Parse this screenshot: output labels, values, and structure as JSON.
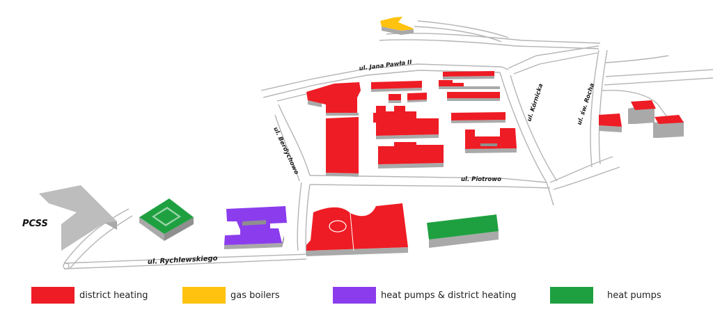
{
  "colors": {
    "district_heating": "#ee1c24",
    "gas_boilers": "#ffc20e",
    "heat_pumps_district_heating": "#8b3ded",
    "heat_pumps": "#1fa040",
    "other": "#bdbdbd"
  },
  "streets": {
    "jana_pawla": "ul. Jana Pawła II",
    "piotrowo": "ul. Piotrowo",
    "rychlewskiego": "ul. Rychlewskiego",
    "berdychowo": "ul. Berdychowo",
    "kornika": "ul. Kórnicka",
    "sw_rocha": "ul. św. Rocha"
  },
  "labels": {
    "pcss": "PCSS"
  },
  "legend": [
    {
      "key": "district_heating",
      "label": "district heating",
      "color": "#ee1c24"
    },
    {
      "key": "gas_boilers",
      "label": "gas boilers",
      "color": "#ffc20e"
    },
    {
      "key": "heat_pumps_district_heating",
      "label": "heat pumps & district heating",
      "color": "#8b3ded"
    },
    {
      "key": "heat_pumps",
      "label": "heat pumps",
      "color": "#1fa040"
    }
  ]
}
